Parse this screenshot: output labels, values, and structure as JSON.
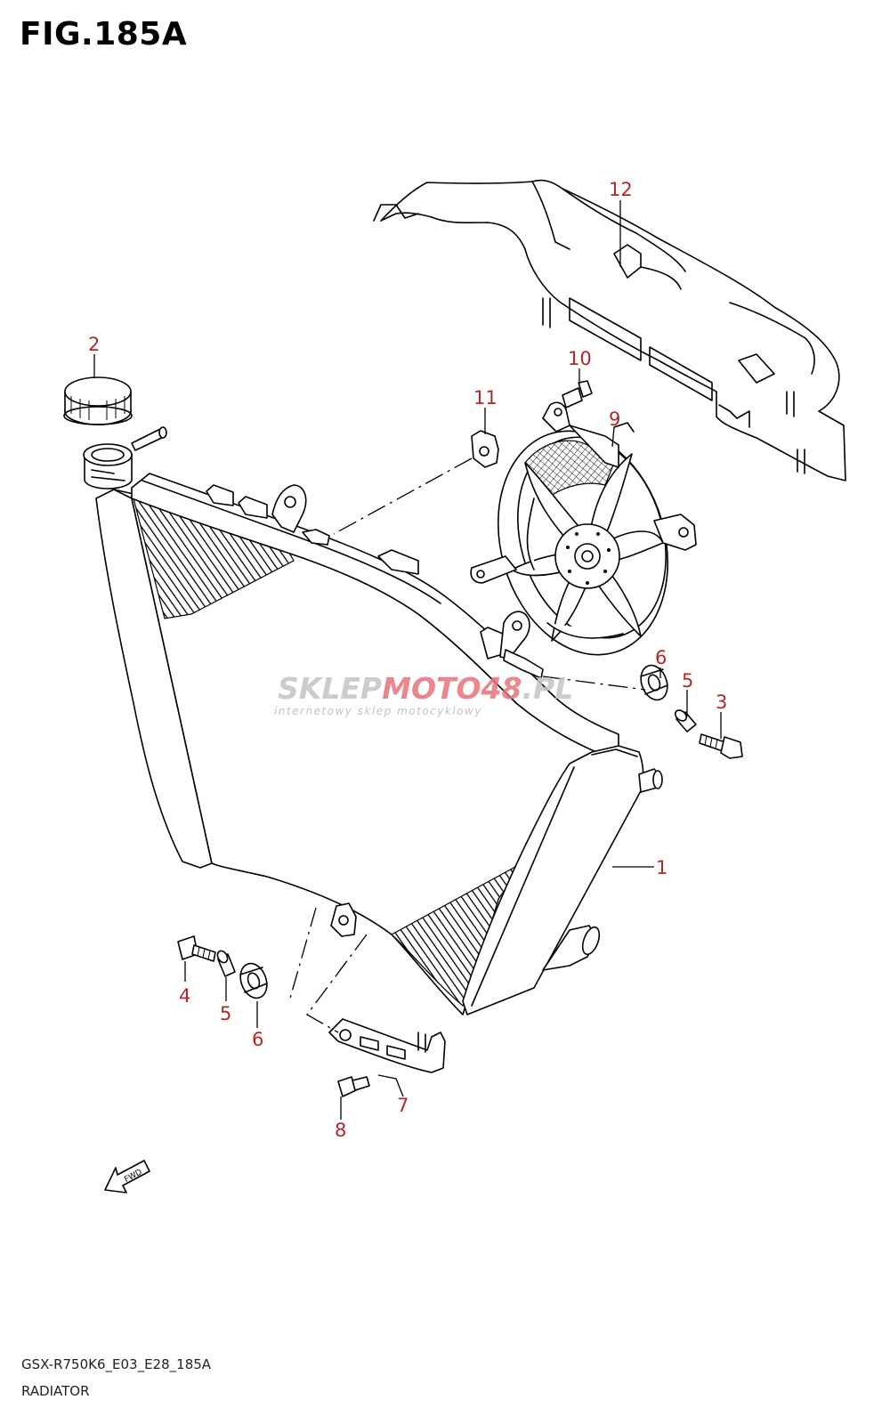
{
  "figure": {
    "title": "FIG.185A",
    "model_code": "GSX-R750K6_E03_E28_185A",
    "section_name": "RADIATOR"
  },
  "watermark": {
    "brand_part1": "SKLEP",
    "brand_part2": "MOTO",
    "brand_part3": "48",
    "brand_part4": ".PL",
    "tagline": "internetowy sklep motocyklowy",
    "colors": {
      "gray": "#c4c4c4",
      "red": "#e8727a"
    }
  },
  "direction_marker": {
    "label": "FWD",
    "icon": "fwd-arrow-icon"
  },
  "callouts": [
    {
      "number": "1"
    },
    {
      "number": "2"
    },
    {
      "number": "3"
    },
    {
      "number": "4"
    },
    {
      "number": "5"
    },
    {
      "number": "5"
    },
    {
      "number": "6"
    },
    {
      "number": "6"
    },
    {
      "number": "7"
    },
    {
      "number": "8"
    },
    {
      "number": "9"
    },
    {
      "number": "10"
    },
    {
      "number": "11"
    },
    {
      "number": "12"
    }
  ],
  "colors": {
    "callout": "#b0282c",
    "line": "#000000",
    "background": "#ffffff"
  }
}
